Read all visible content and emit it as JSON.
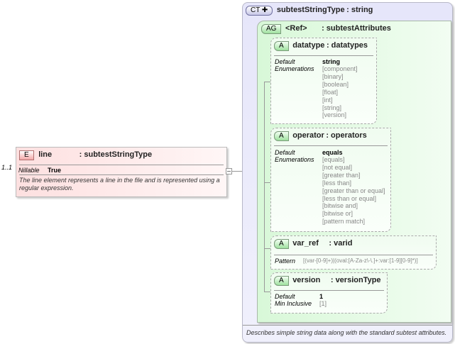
{
  "element": {
    "badge": "E",
    "name": "line",
    "type": ": subtestStringType",
    "cardinality": "1..1",
    "nillable_label": "Nillable",
    "nillable_value": "True",
    "description": "The line element represents a line in the file and is represented using a regular expression."
  },
  "complex_type": {
    "badge": "CT",
    "name": "subtestStringType",
    "type": ": string",
    "description": "Describes simple string data along with the standard subtest attributes."
  },
  "attribute_group": {
    "badge": "AG",
    "name": "<Ref>",
    "type": ": subtestAttributes"
  },
  "attributes": [
    {
      "badge": "A",
      "name": "datatype",
      "type": ": datatypes",
      "default_label": "Default",
      "default": "string",
      "enum_label": "Enumerations",
      "enumerations": [
        "[component]",
        "[binary]",
        "[boolean]",
        "[float]",
        "[int]",
        "[string]",
        "[version]"
      ]
    },
    {
      "badge": "A",
      "name": "operator",
      "type": ": operators",
      "default_label": "Default",
      "default": "equals",
      "enum_label": "Enumerations",
      "enumerations": [
        "[equals]",
        "[not equal]",
        "[greater than]",
        "[less than]",
        "[greater than or equal]",
        "[less than or equal]",
        "[bitwise and]",
        "[bitwise or]",
        "[pattern match]"
      ]
    },
    {
      "badge": "A",
      "name": "var_ref",
      "type": ": varid",
      "pattern_label": "Pattern",
      "pattern": "[(var-[0-9]+)|(oval:[A-Za-z\\-\\.]+:var:[1-9][0-9]*)]"
    },
    {
      "badge": "A",
      "name": "version",
      "type": ": versionType",
      "default_label": "Default",
      "default": "1",
      "min_label": "Min Inclusive",
      "min": "[1]"
    }
  ]
}
